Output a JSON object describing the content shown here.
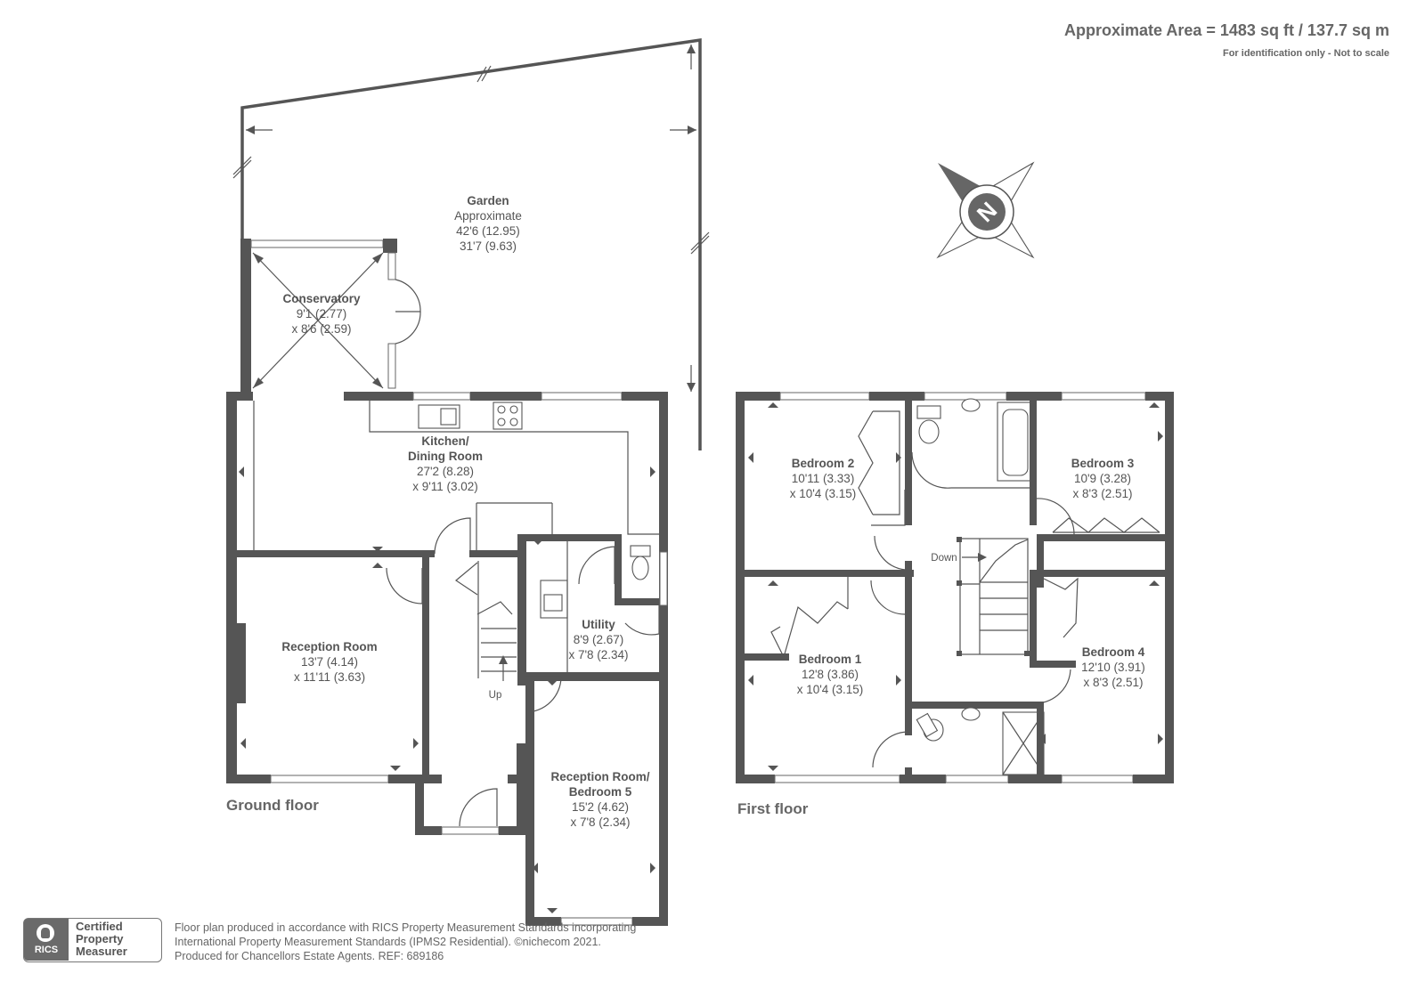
{
  "header": {
    "area_title": "Approximate Area = 1483 sq ft / 137.7 sq m",
    "area_note": "For identification only - Not to scale"
  },
  "floors": {
    "ground": "Ground floor",
    "first": "First floor"
  },
  "rooms": {
    "garden": {
      "name": "Garden",
      "line1": "Approximate",
      "line2": "42'6 (12.95)",
      "line3": "31'7 (9.63)"
    },
    "conservatory": {
      "name": "Conservatory",
      "line1": "9'1 (2.77)",
      "line2": "x 8'6 (2.59)"
    },
    "kitchen": {
      "name1": "Kitchen/",
      "name2": "Dining Room",
      "line1": "27'2 (8.28)",
      "line2": "x 9'11 (3.02)"
    },
    "reception": {
      "name": "Reception Room",
      "line1": "13'7 (4.14)",
      "line2": "x 11'11 (3.63)"
    },
    "utility": {
      "name": "Utility",
      "line1": "8'9 (2.67)",
      "line2": "x 7'8 (2.34)"
    },
    "reception5": {
      "name1": "Reception Room/",
      "name2": "Bedroom 5",
      "line1": "15'2 (4.62)",
      "line2": "x 7'8 (2.34)"
    },
    "bedroom1": {
      "name": "Bedroom 1",
      "line1": "12'8 (3.86)",
      "line2": "x 10'4 (3.15)"
    },
    "bedroom2": {
      "name": "Bedroom 2",
      "line1": "10'11 (3.33)",
      "line2": "x 10'4 (3.15)"
    },
    "bedroom3": {
      "name": "Bedroom 3",
      "line1": "10'9 (3.28)",
      "line2": "x 8'3 (2.51)"
    },
    "bedroom4": {
      "name": "Bedroom 4",
      "line1": "12'10 (3.91)",
      "line2": "x 8'3 (2.51)"
    }
  },
  "stairs": {
    "up": "Up",
    "down": "Down"
  },
  "compass": {
    "letter": "N"
  },
  "footer": {
    "line1": "Floor plan produced in accordance with RICS Property Measurement Standards incorporating",
    "line2": "International Property Measurement Standards (IPMS2 Residential).   ©nichecom 2021.",
    "line3": "Produced for Chancellors Estate Agents.    REF:  689186"
  },
  "badge": {
    "org": "RICS",
    "line1": "Certified",
    "line2": "Property",
    "line3": "Measurer"
  }
}
